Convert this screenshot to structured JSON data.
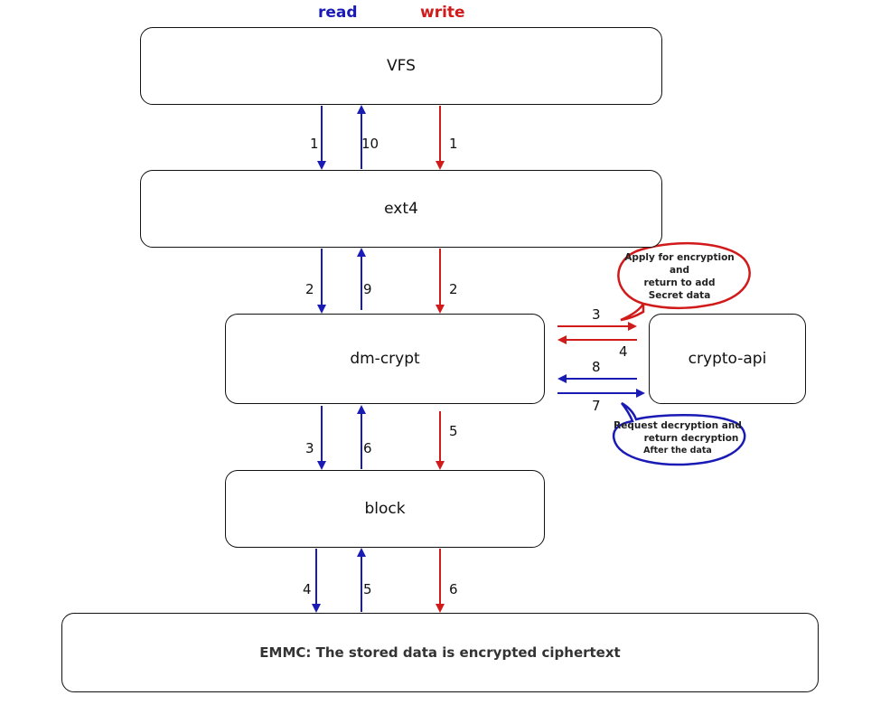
{
  "legend": {
    "read": "read",
    "write": "write"
  },
  "colors": {
    "read": "#1a1ab4",
    "write": "#d11a1a"
  },
  "boxes": {
    "vfs": "VFS",
    "ext4": "ext4",
    "dmcrypt": "dm-crypt",
    "cryptoapi": "crypto-api",
    "block": "block",
    "emmc": "EMMC: The stored data is encrypted ciphertext"
  },
  "steps": {
    "vfs_ext4_read_down": "1",
    "vfs_ext4_read_up": "10",
    "vfs_ext4_write_down": "1",
    "ext4_dm_read_down": "2",
    "ext4_dm_read_up": "9",
    "ext4_dm_write_down": "2",
    "dm_crypto_write_to": "3",
    "dm_crypto_write_back": "4",
    "dm_crypto_read_back": "8",
    "dm_crypto_read_to": "7",
    "dm_block_read_down": "3",
    "dm_block_read_up": "6",
    "dm_block_write_down": "5",
    "block_emmc_read_down": "4",
    "block_emmc_read_up": "5",
    "block_emmc_write_down": "6"
  },
  "bubbles": {
    "encrypt": {
      "line1": "Apply for encryption and",
      "line2": "return to add",
      "line3": "Secret data"
    },
    "decrypt": {
      "line1": "Request decryption and",
      "line2": "return decryption",
      "line3": "After the data"
    }
  }
}
